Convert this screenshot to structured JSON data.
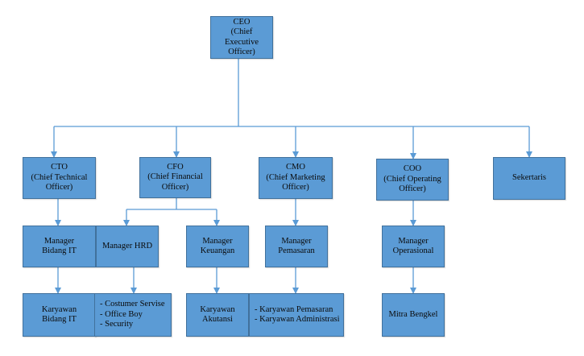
{
  "nodes": {
    "ceo": {
      "lines": [
        "CEO",
        "(Chief",
        "Executive",
        "Officer)"
      ]
    },
    "cto": {
      "lines": [
        "CTO",
        "(Chief Technical",
        "Officer)"
      ]
    },
    "cfo": {
      "lines": [
        "CFO",
        "(Chief Financial",
        "Officer)"
      ]
    },
    "cmo": {
      "lines": [
        "CMO",
        "(Chief Marketing",
        "Officer)"
      ]
    },
    "coo": {
      "lines": [
        "COO",
        "(Chief Operating",
        "Officer)"
      ]
    },
    "sekertaris": {
      "lines": [
        "Sekertaris"
      ]
    },
    "mgr_it": {
      "lines": [
        "Manager",
        "Bidang IT"
      ]
    },
    "mgr_hrd": {
      "lines": [
        "Manager HRD"
      ]
    },
    "mgr_keu": {
      "lines": [
        "Manager",
        "Keuangan"
      ]
    },
    "mgr_pem": {
      "lines": [
        "Manager",
        "Pemasaran"
      ]
    },
    "mgr_ops": {
      "lines": [
        "Manager",
        "Operasional"
      ]
    },
    "kar_it": {
      "lines": [
        "Karyawan",
        "Bidang IT"
      ]
    },
    "hrd_staff": {
      "lines": [
        "- Costumer Servise",
        "- Office Boy",
        "- Security"
      ]
    },
    "kar_akt": {
      "lines": [
        "Karyawan",
        "Akutansi"
      ]
    },
    "pem_staff": {
      "lines": [
        "- Karyawan Pemasaran",
        "- Karyawan Administrasi"
      ]
    },
    "mitra": {
      "lines": [
        "Mitra Bengkel"
      ]
    }
  },
  "colors": {
    "box_fill": "#5b9bd5",
    "box_border": "#41719c",
    "connector": "#5b9bd5"
  }
}
